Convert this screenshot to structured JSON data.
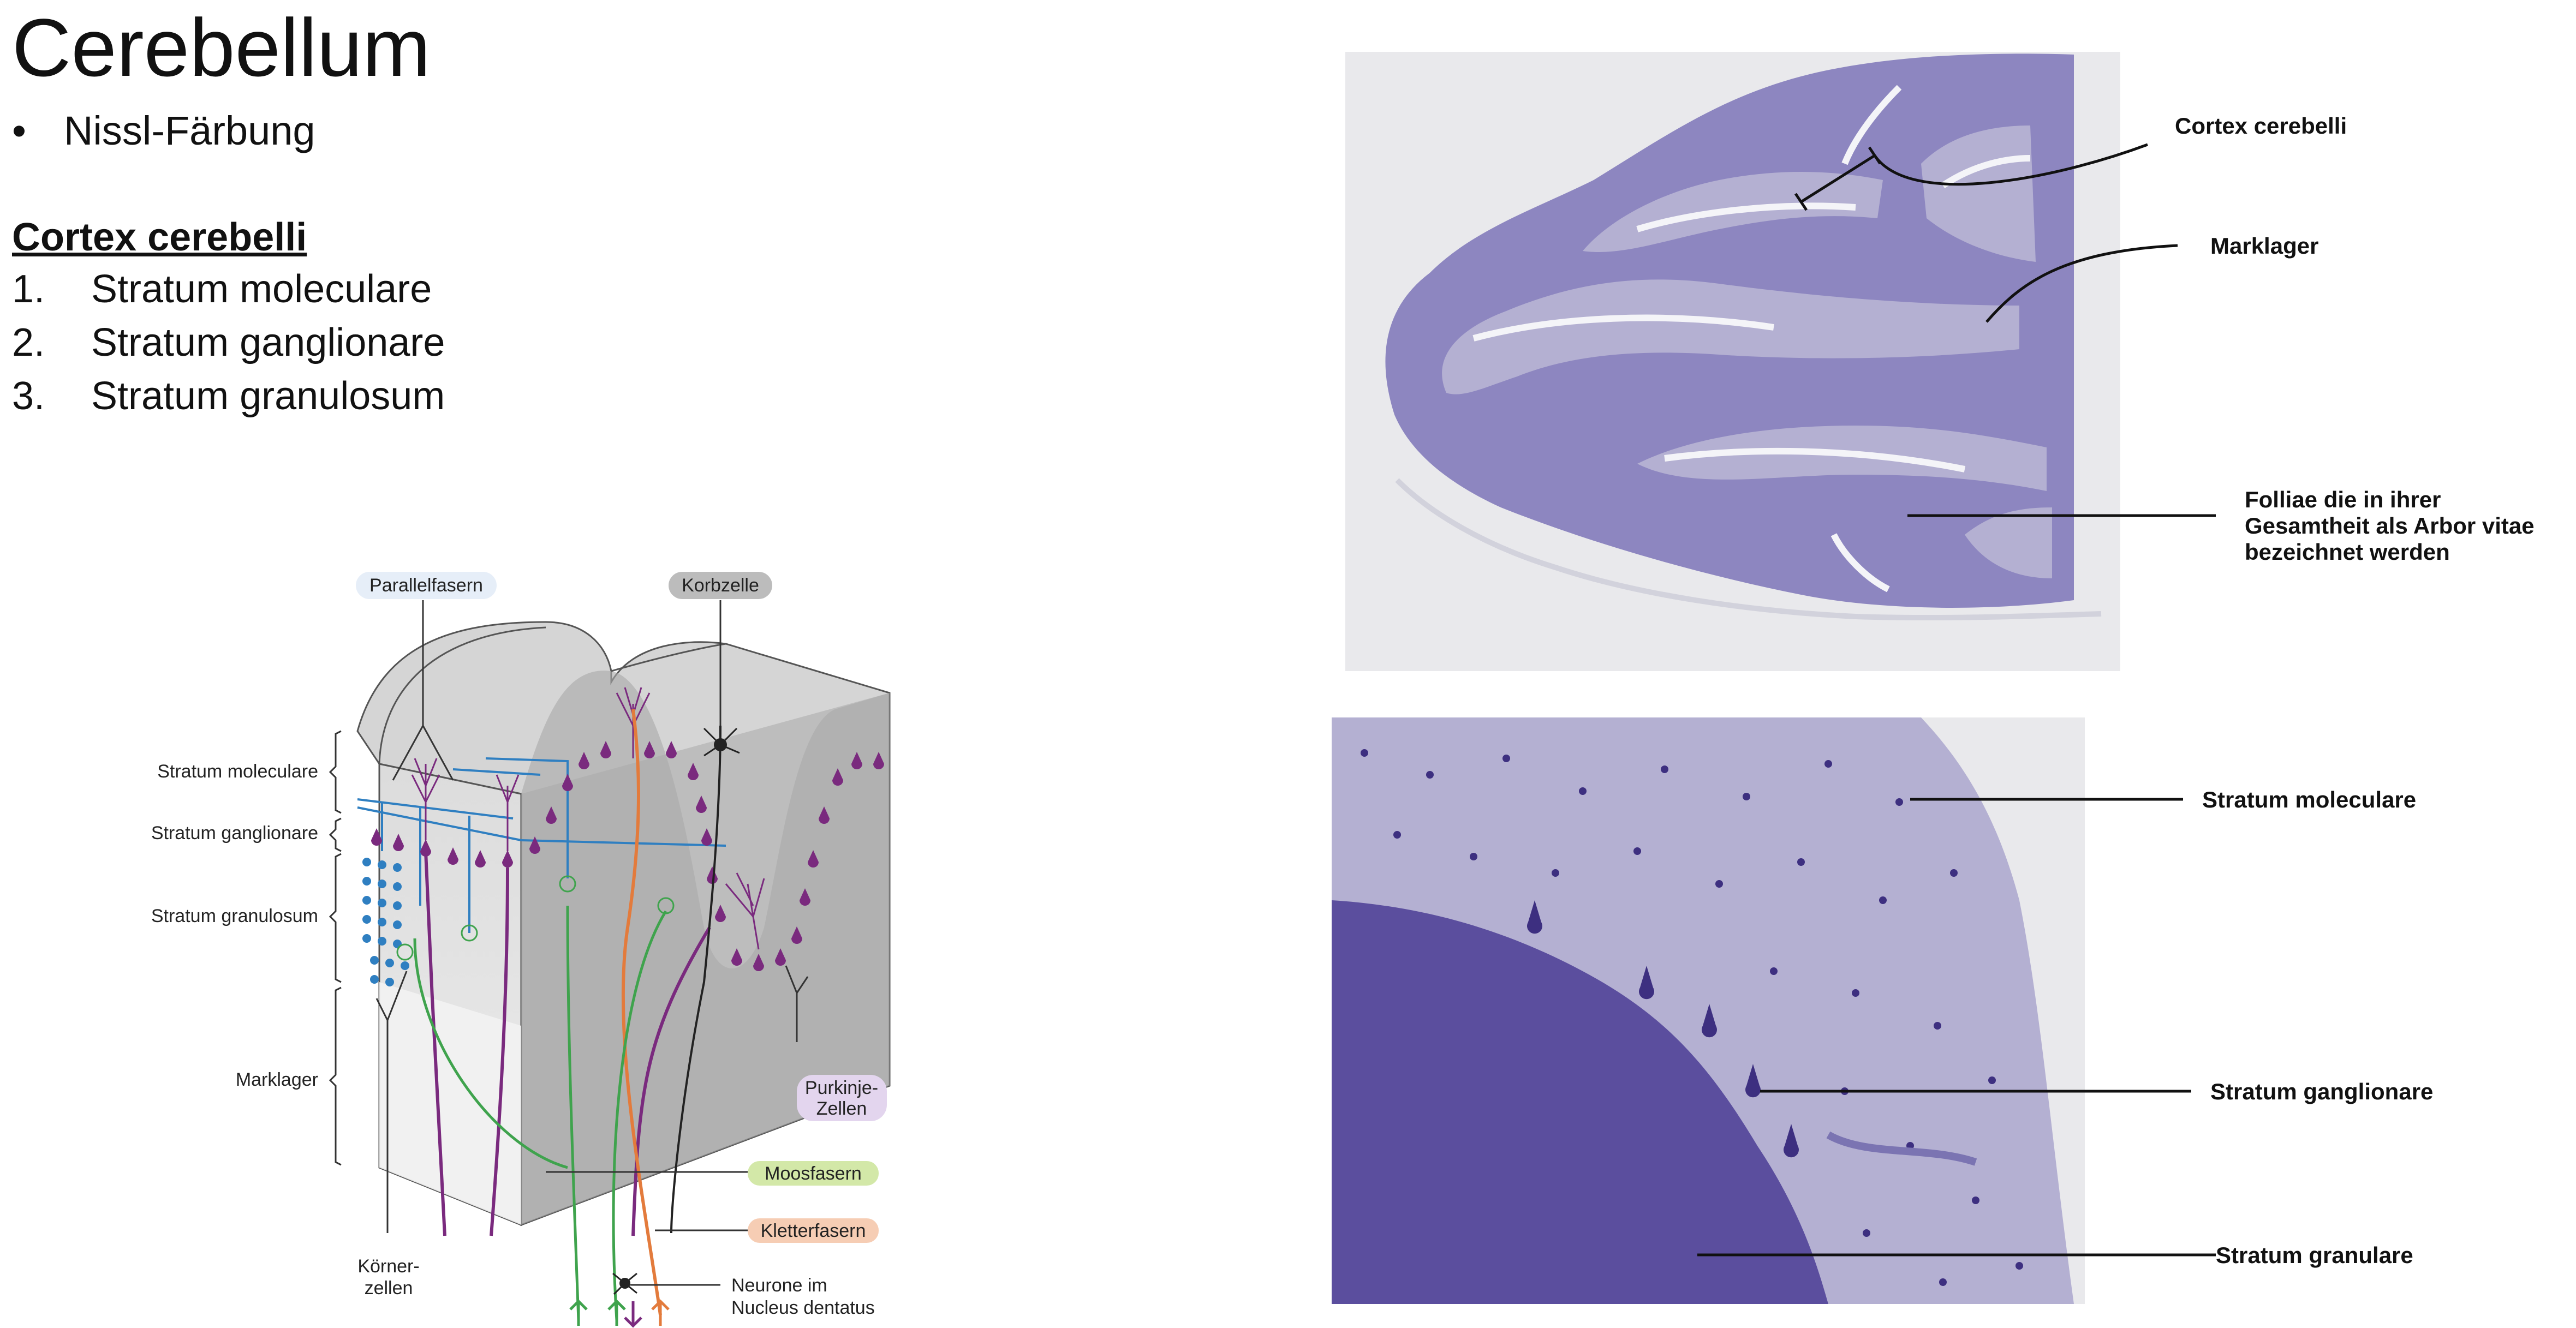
{
  "slide": {
    "title": "Cerebellum",
    "bullet": "Nissl-Färbung",
    "section_heading": "Cortex cerebelli",
    "layers": [
      {
        "num": "1.",
        "label": "Stratum moleculare"
      },
      {
        "num": "2.",
        "label": "Stratum ganglionare"
      },
      {
        "num": "3.",
        "label": "Stratum granulosum"
      }
    ]
  },
  "diagram": {
    "labels": {
      "parallelfasern": "Parallelfasern",
      "korbzelle": "Korbzelle",
      "stratum_moleculare": "Stratum moleculare",
      "stratum_ganglionare": "Stratum ganglionare",
      "stratum_granulosum": "Stratum granulosum",
      "marklager": "Marklager",
      "purkinje_1": "Purkinje-",
      "purkinje_2": "Zellen",
      "moosfasern": "Moosfasern",
      "kletterfasern": "Kletterfasern",
      "koerner_1": "Körner-",
      "koerner_2": "zellen",
      "neurone_1": "Neurone im",
      "neurone_2": "Nucleus dentatus"
    },
    "colors": {
      "purkinje": "#7a2a7e",
      "parallel_fibers": "#2f7fc1",
      "mossy_fibers": "#3fa34d",
      "climbing_fibers": "#e37b3c",
      "moos_badge": "#d3e8a8",
      "kletter_badge": "#f6cdb4",
      "purkinje_badge": "#e3d5ee",
      "parallel_badge": "#e6eef8",
      "korb_badge": "#bcbcbc"
    }
  },
  "micrographs": {
    "overview": {
      "label_cortex": "Cortex cerebelli",
      "label_marklager": "Marklager",
      "label_folia_1": "Folliae die in ihrer",
      "label_folia_2": "Gesamtheit als Arbor vitae",
      "label_folia_3": "bezeichnet werden"
    },
    "detail": {
      "label_moleculare": "Stratum moleculare",
      "label_ganglionare": "Stratum ganglionare",
      "label_granulare": "Stratum granulare"
    },
    "colors": {
      "stain_light": "#b4b0d2",
      "stain_medium": "#8d86c0",
      "stain_dark": "#5b4e9e",
      "cell_dark": "#3d2f80",
      "background": "#e9e9ec"
    }
  }
}
